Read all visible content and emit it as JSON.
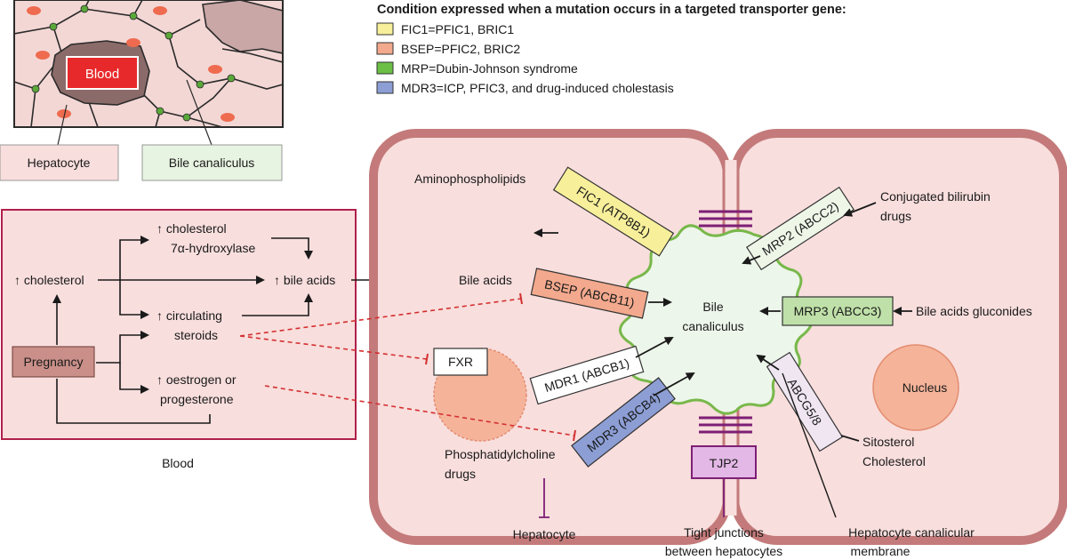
{
  "legend": {
    "title": "Condition expressed when a mutation occurs in a targeted transporter gene:",
    "items": [
      {
        "label": "FIC1=PFIC1, BRIC1",
        "color": "#f7ef9a"
      },
      {
        "label": "BSEP=PFIC2, BRIC2",
        "color": "#f3a98d"
      },
      {
        "label": "MRP=Dubin-Johnson syndrome",
        "color": "#6bbf45"
      },
      {
        "label": "MDR3=ICP, PFIC3, and drug-induced cholestasis",
        "color": "#8c9ed4"
      }
    ]
  },
  "inset": {
    "blood": "Blood",
    "hepatocyte": "Hepatocyte",
    "bile_canaliculus": "Bile canaliculus"
  },
  "pathway": {
    "cholesterol": "↑ cholesterol",
    "hydroxylase_1": "↑ cholesterol",
    "hydroxylase_2": "7α-hydroxylase",
    "bile_acids": "↑ bile acids",
    "steroids_1": "↑ circulating",
    "steroids_2": "steroids",
    "oestrogen_1": "↑ oestrogen or",
    "oestrogen_2": "progesterone",
    "pregnancy": "Pregnancy",
    "blood_caption": "Blood"
  },
  "cell": {
    "bile_acids": "Bile acids",
    "aminophospholipids": "Aminophospholipids",
    "fxr": "FXR",
    "phosphatidylcholine": "Phosphatidylcholine",
    "drugs_left": "drugs",
    "canaliculus_1": "Bile",
    "canaliculus_2": "canaliculus",
    "nucleus": "Nucleus",
    "conjugated_1": "Conjugated bilirubin",
    "conjugated_2": "drugs",
    "gluconides": "Bile acids gluconides",
    "sitosterol": "Sitosterol",
    "cholesterol": "Cholesterol",
    "tjp2": "TJP2"
  },
  "transporters": {
    "fic1": "FIC1 (ATP8B1)",
    "bsep": "BSEP (ABCB11)",
    "mdr1": "MDR1 (ABCB1)",
    "mdr3": "MDR3 (ABCB4)",
    "mrp2": "MRP2 (ABCC2)",
    "mrp3": "MRP3 (ABCC3)",
    "abcg": "ABCG5/8"
  },
  "bottom": {
    "hepatocyte": "Hepatocyte",
    "tight_1": "Tight junctions",
    "tight_2": "between hepatocytes",
    "membrane_1": "Hepatocyte canalicular",
    "membrane_2": "membrane"
  }
}
